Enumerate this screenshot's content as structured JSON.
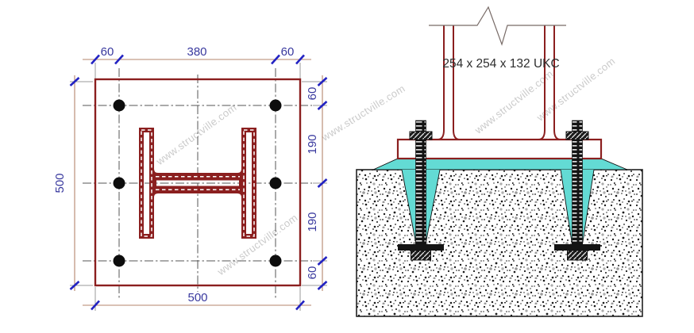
{
  "watermark_text": "www.structville.com",
  "plan": {
    "view": "base-plate-plan",
    "dim_top": [
      "60",
      "380",
      "60"
    ],
    "dim_right": [
      "60",
      "190",
      "190",
      "60"
    ],
    "dim_left": "500",
    "dim_bottom": "500",
    "bolt_count": 6
  },
  "elevation": {
    "view": "column-base-elevation",
    "column_label": "254 x 254 x 132 UKC"
  },
  "colors": {
    "steel_outline": "#8B1F1F",
    "dimension_line": "#B5846B",
    "dimension_tick": "#2222C2",
    "dimension_text": "#38389E",
    "grout": "#63DBD4",
    "bolt_black": "#141414",
    "watermark": "#BDBDBD"
  }
}
